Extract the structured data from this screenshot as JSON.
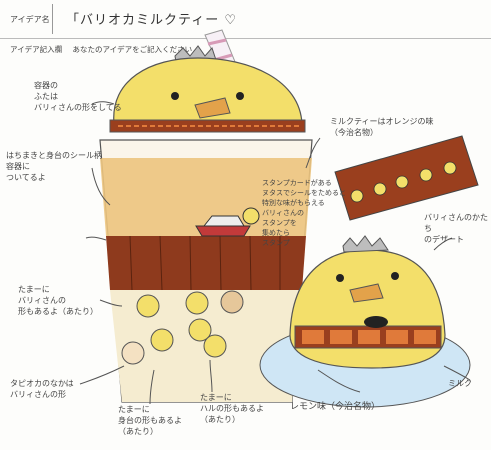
{
  "header": {
    "idea_name_label": "アイデア名",
    "title": "「バリオカミルクティー ♡",
    "entry_label": "アイデア記入欄",
    "entry_hint": "あなたのアイデアをご記入ください"
  },
  "notes": {
    "lid": [
      "容器の",
      "ふたは",
      "バリィさんの形をしてる"
    ],
    "band": [
      "はちまきと身台のシール柄",
      "容器に",
      "ついてるよ"
    ],
    "milk": [
      "ミルクティーはオレンジの味",
      "（今治名物）"
    ],
    "stamp": [
      "スタンプカードがある",
      "ヌタスでシールをためると",
      "特別な味がもらえる",
      "バリィさんの",
      "スタンプを",
      "集めたら",
      "スタンプ"
    ],
    "dessert": [
      "バリィさんのかたち",
      "のデザート"
    ],
    "tapioca_shape": [
      "たまーに",
      "バリィさんの",
      "形もあるよ（あたり）"
    ],
    "tapioca_bottom": [
      "タピオカのなかは",
      "バリィさんの形"
    ],
    "rare": [
      "たまーに",
      "身台の形もあるよ",
      "（あたり）"
    ],
    "harbor": [
      "たまーに",
      "ハルの形もあるよ",
      "（あたり）"
    ],
    "lemon": "レモン味（今治名物）",
    "cream": "ミルク"
  },
  "colors": {
    "yellow": "#f3df6a",
    "brown": "#8d3a1d",
    "orange": "#d97a2e",
    "tea": "#e9c27c",
    "blue_plate": "#cfe6f5"
  }
}
